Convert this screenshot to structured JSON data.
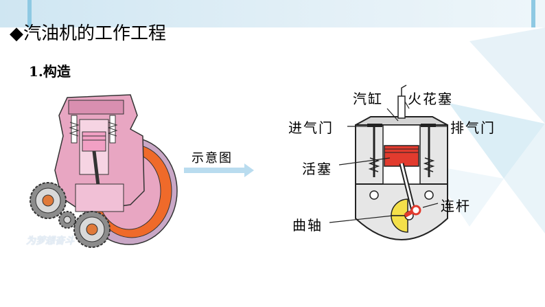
{
  "header": {
    "bullet": "◆",
    "title": "汽油机的工作工程"
  },
  "section": {
    "title": "1.构造"
  },
  "figure": {
    "caption": "示意图",
    "watermark": "为梦想奋斗",
    "labels": {
      "cylinder": "汽缸",
      "spark_plug": "火花塞",
      "intake_valve": "进气门",
      "exhaust_valve": "排气门",
      "piston": "活塞",
      "connecting_rod": "连杆",
      "crankshaft": "曲轴"
    }
  },
  "colors": {
    "piston_red": "#e23b2e",
    "engine_pink": "#e8a6c2",
    "crank_yellow": "#f4e04a",
    "flywheel_orange": "#ef6a2a",
    "top_bar": "#cfe6f2"
  }
}
